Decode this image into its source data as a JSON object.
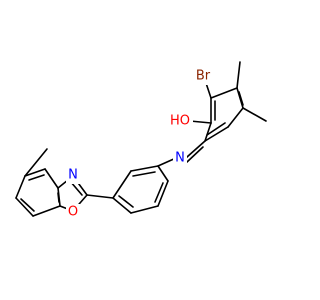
{
  "molecule": {
    "atoms": {
      "br": {
        "label": "Br",
        "color": "#8B2500"
      },
      "oh": {
        "label": "HO",
        "color": "#FF0000"
      },
      "n_imine": {
        "label": "N",
        "color": "#0000FF"
      },
      "n_oxazole": {
        "label": "N",
        "color": "#0000FF"
      },
      "o_oxazole": {
        "label": "O",
        "color": "#FF0000"
      }
    },
    "bond_color": "#000000"
  }
}
